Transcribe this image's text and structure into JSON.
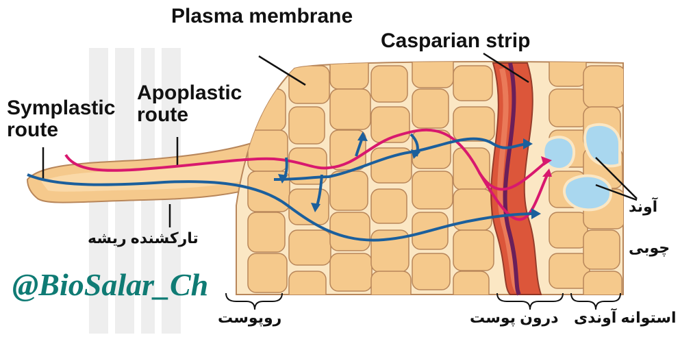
{
  "labels": {
    "plasma_membrane": "Plasma membrane",
    "casparian_strip": "Casparian strip",
    "apoplastic_route": "Apoplastic route",
    "symplastic_route": "Symplastic route",
    "root_hair": "تارکشنده ریشه",
    "epidermis": "روپوست",
    "endodermis": "درون پوست",
    "vascular_cylinder": "استوانه آوندی",
    "vessel_line1": "آوند",
    "vessel_line2": "چوبی"
  },
  "watermark": "@BioSalar_Ch",
  "colors": {
    "cell_fill": "#f5c98c",
    "cell_wall": "#fbe7c4",
    "cell_outline": "#b8865a",
    "endodermis": "#d9472c",
    "casparian": "#6a1f5a",
    "apoplastic": "#d8186e",
    "symplastic": "#1b5f9c",
    "xylem": "#a9d7ef",
    "watermark": "#0f7b74"
  }
}
